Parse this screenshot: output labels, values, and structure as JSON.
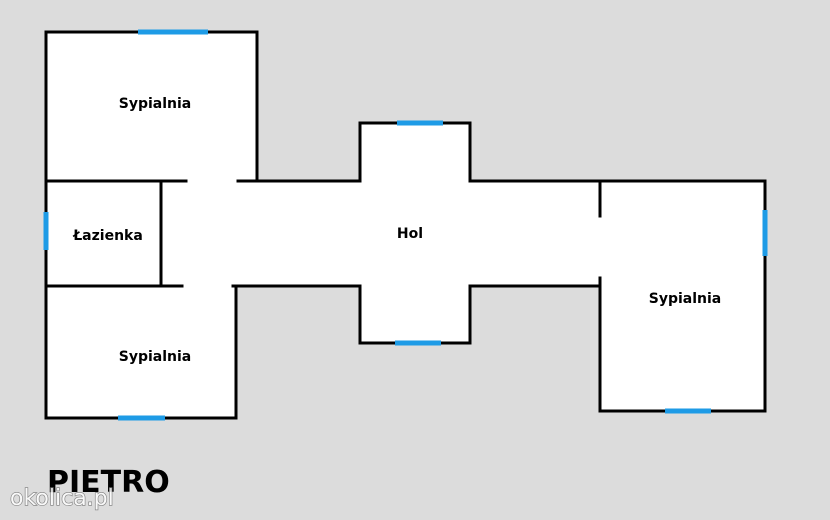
{
  "rooms": [
    {
      "id": "sypialnia-top-left",
      "label": "Sypialnia"
    },
    {
      "id": "lazienka",
      "label": "Łazienka"
    },
    {
      "id": "sypialnia-bottom-left",
      "label": "Sypialnia"
    },
    {
      "id": "hol",
      "label": "Hol"
    },
    {
      "id": "sypialnia-right",
      "label": "Sypialnia"
    }
  ],
  "floor_label": "PIETRO",
  "watermark": "okolica.pl",
  "colors": {
    "background": "#dcdcdc",
    "floor": "#ffffff",
    "wall": "#000000",
    "window": "#1e9be6"
  }
}
